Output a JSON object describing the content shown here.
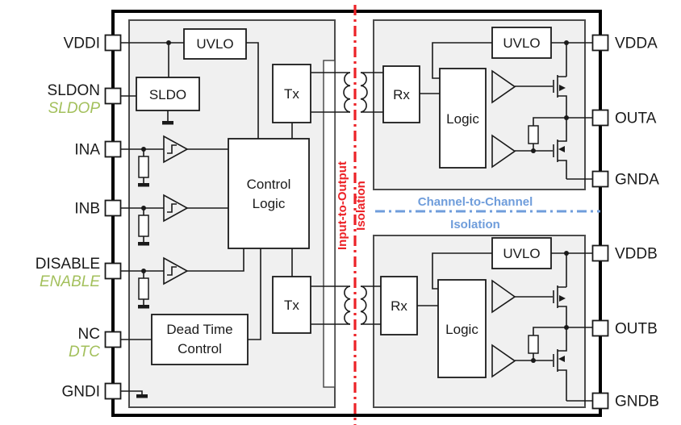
{
  "colors": {
    "red": "#ec2227",
    "blue": "#6f9ddb",
    "green": "#a3c05c",
    "wire": "#1a1a1a",
    "block_fill": "#f0f0f0"
  },
  "pins": {
    "left": [
      {
        "label": "VDDI",
        "alt": ""
      },
      {
        "label": "SLDON",
        "alt": "SLDOP"
      },
      {
        "label": "INA",
        "alt": ""
      },
      {
        "label": "INB",
        "alt": ""
      },
      {
        "label": "DISABLE",
        "alt": "ENABLE"
      },
      {
        "label": "NC",
        "alt": "DTC"
      },
      {
        "label": "GNDI",
        "alt": ""
      }
    ],
    "right": [
      {
        "label": "VDDA"
      },
      {
        "label": "OUTA"
      },
      {
        "label": "GNDA"
      },
      {
        "label": "VDDB"
      },
      {
        "label": "OUTB"
      },
      {
        "label": "GNDB"
      }
    ]
  },
  "blocks": {
    "uvlo": "UVLO",
    "sldo": "SLDO",
    "tx": "Tx",
    "rx": "Rx",
    "logic": "Logic",
    "control_logic_line1": "Control",
    "control_logic_line2": "Logic",
    "dead_time_line1": "Dead Time",
    "dead_time_line2": "Control"
  },
  "isolation": {
    "input_output_label": "Input-to-Output",
    "input_output_sub": "Isolation",
    "channel_channel_label": "Channel-to-Channel",
    "channel_channel_sub": "Isolation"
  }
}
